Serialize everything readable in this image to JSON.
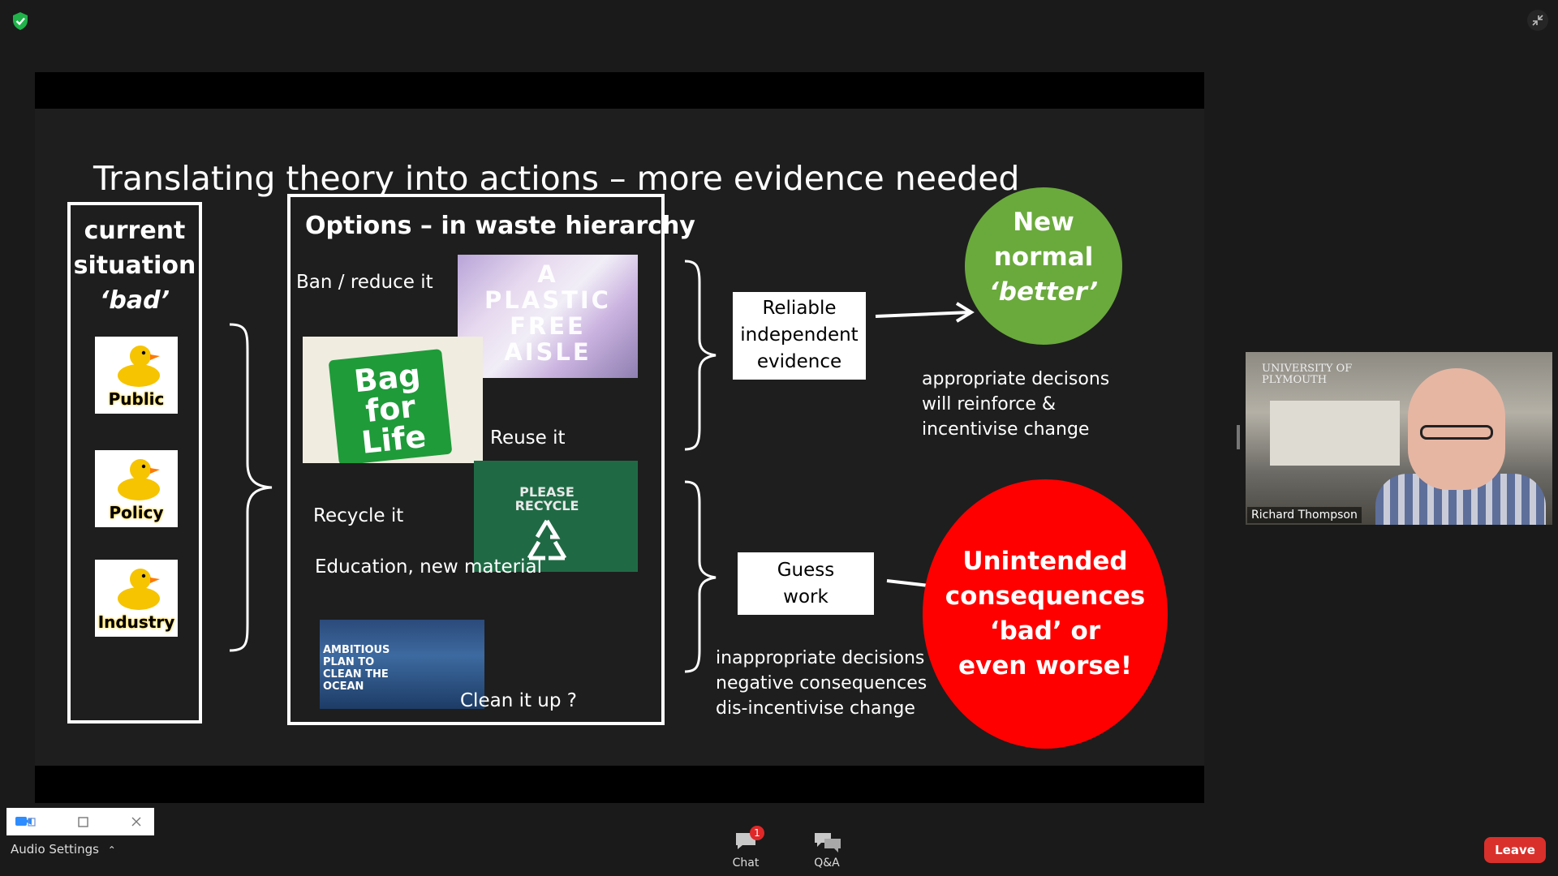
{
  "slide": {
    "title": "Translating theory into actions – more evidence needed",
    "left_box": {
      "title_line1": "current",
      "title_line2": "situation",
      "title_line3": "‘bad’",
      "stakeholders": [
        "Public",
        "Policy",
        "Industry"
      ]
    },
    "mid_box": {
      "title": "Options – in waste hierarchy",
      "items": {
        "ban": "Ban / reduce it",
        "reuse": "Reuse it",
        "recycle": "Recycle it",
        "education": "Education, new material",
        "clean": "Clean it up ?"
      },
      "images": {
        "aisle_text": [
          "A",
          "PLASTIC",
          "FREE",
          "AISLE"
        ],
        "bag_text": [
          "Bag",
          "for",
          "Life"
        ],
        "bin_text": [
          "PLEASE",
          "RECYCLE"
        ],
        "ocean_text": [
          "AMBITIOUS",
          "PLAN TO",
          "CLEAN THE",
          "OCEAN"
        ]
      }
    },
    "evidence_box": [
      "Reliable",
      "independent",
      "evidence"
    ],
    "guess_box": [
      "Guess",
      "work"
    ],
    "good_circle": [
      "New",
      "normal",
      "‘better’"
    ],
    "bad_circle": [
      "Unintended",
      "consequences",
      "‘bad’ or",
      "even worse!"
    ],
    "good_note": [
      "appropriate decisons",
      "will reinforce &",
      "incentivise change"
    ],
    "bad_note": [
      "inappropriate decisions",
      "negative consequences",
      "dis-incentivise change"
    ],
    "colors": {
      "good": "#6aaa3c",
      "bad": "#ff0000",
      "duck": "#f6c400"
    }
  },
  "video": {
    "participant_name": "Richard Thompson",
    "background_logo": [
      "UNIVERSITY OF",
      "PLYMOUTH"
    ]
  },
  "toolbar": {
    "audio_settings": "Audio Settings",
    "chat_label": "Chat",
    "chat_badge": "1",
    "qa_label": "Q&A",
    "leave_label": "Leave"
  }
}
